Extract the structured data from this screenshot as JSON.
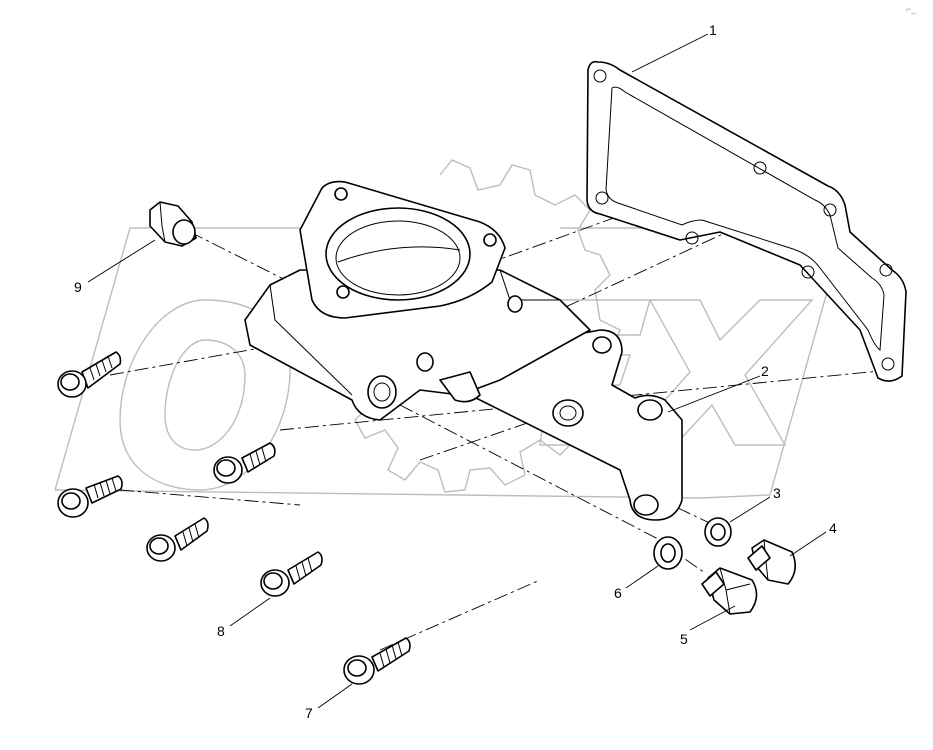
{
  "diagram": {
    "type": "exploded-parts-view",
    "watermark": "OPEX",
    "corner_mark": "⌐ ̲",
    "callouts": [
      {
        "id": "1",
        "label": "1"
      },
      {
        "id": "2",
        "label": "2"
      },
      {
        "id": "3",
        "label": "3"
      },
      {
        "id": "4",
        "label": "4"
      },
      {
        "id": "5",
        "label": "5"
      },
      {
        "id": "6",
        "label": "6"
      },
      {
        "id": "7",
        "label": "7"
      },
      {
        "id": "8",
        "label": "8"
      },
      {
        "id": "9",
        "label": "9"
      }
    ]
  }
}
